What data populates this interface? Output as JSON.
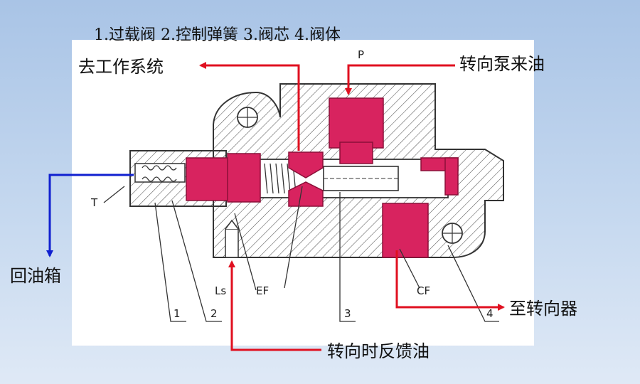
{
  "legend": "1.过载阀   2.控制弹簧   3.阀芯  4.阀体",
  "labels": {
    "to_work_system": "去工作系统",
    "from_pump": "转向泵来油",
    "return_tank": "回油箱",
    "to_steering_gear": "至转向器",
    "feedback_oil": "转向时反馈油"
  },
  "tags": {
    "P": "P",
    "T": "T",
    "Ls": "Ls",
    "EF": "EF",
    "CF": "CF",
    "n1": "1",
    "n2": "2",
    "n3": "3",
    "n4": "4"
  },
  "colors": {
    "background": "#b9cfea",
    "panel": "#ffffff",
    "chamber": "#d8235f",
    "arrow_red": "#e01020",
    "arrow_blue": "#1020d0",
    "line": "#333333"
  }
}
